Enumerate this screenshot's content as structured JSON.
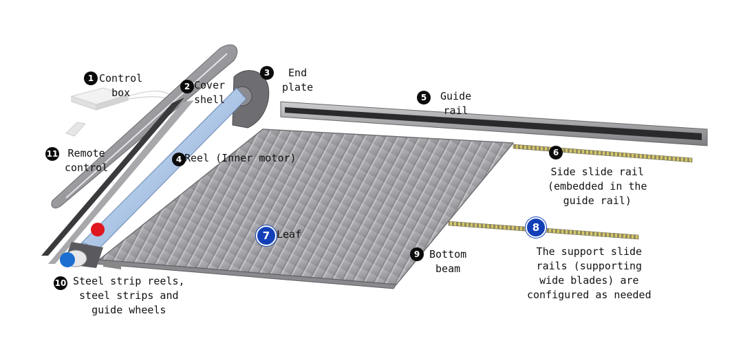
{
  "labels": {
    "control_box": {
      "number": "1",
      "lines": [
        "Control",
        "box"
      ]
    },
    "cover_shell": {
      "number": "2",
      "lines": [
        "Cover",
        "shell"
      ]
    },
    "end_plate": {
      "number": "3",
      "lines": [
        "End",
        "plate"
      ]
    },
    "reel": {
      "number": "4",
      "lines": [
        "Reel (Inner motor)"
      ]
    },
    "guide_rail": {
      "number": "5",
      "lines": [
        "Guide",
        "rail"
      ]
    },
    "side_slide_rail": {
      "number": "6",
      "lines": [
        "Side slide rail",
        "(embedded in the",
        "guide rail)"
      ]
    },
    "leaf": {
      "number": "7",
      "lines": [
        "Leaf"
      ]
    },
    "support_slide_rails": {
      "number": "8",
      "lines": [
        "The support slide",
        "rails (supporting",
        "wide blades) are",
        "configured as needed"
      ]
    },
    "bottom_beam": {
      "number": "9",
      "lines": [
        "Bottom",
        "beam"
      ]
    },
    "steel_strip": {
      "number": "10",
      "lines": [
        "Steel strip reels,",
        "steel strips and",
        "guide wheels"
      ]
    },
    "remote_control": {
      "number": "11",
      "lines": [
        "Remote",
        "control"
      ]
    }
  },
  "colors": {
    "marker_dark": "#0b0b0b",
    "marker_blue": "#1340b8",
    "red_dot": "#e0161e",
    "blue_dot": "#1b6fd0",
    "leaf_gray": "#a4a4a8",
    "reel_blue": "#aec6e6"
  }
}
